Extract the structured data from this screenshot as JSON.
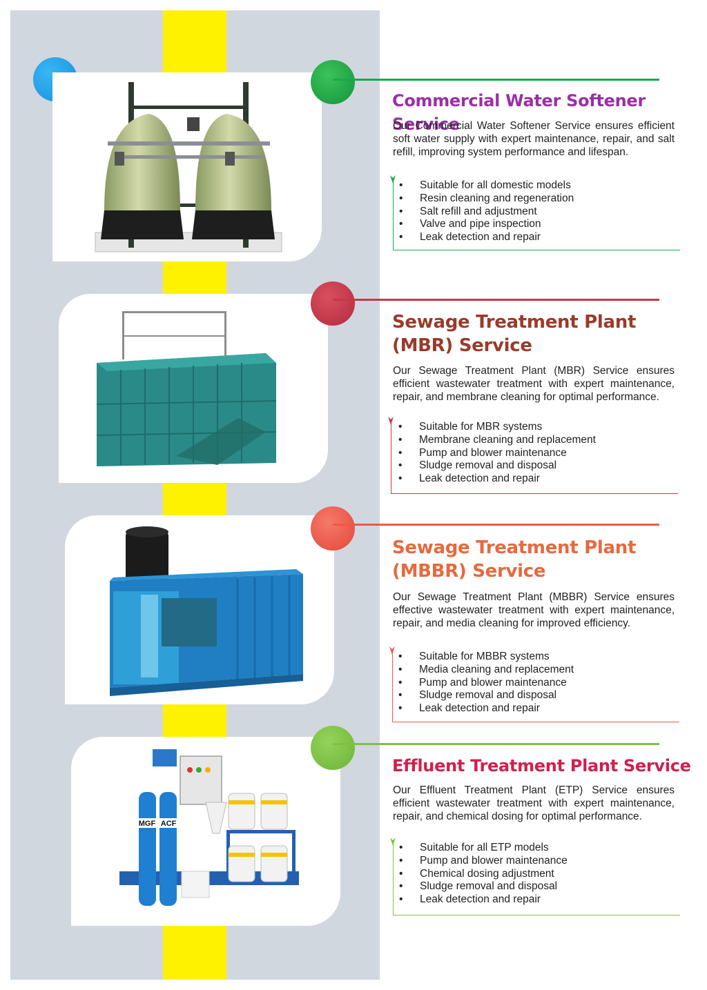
{
  "services": [
    {
      "title": "Commercial Water Softener Service",
      "description": "Our Commercial Water Softener Service ensures efficient soft water supply with expert maintenance, repair, and salt refill, improving system performance and lifespan.",
      "bullets": [
        "Suitable for all domestic models",
        "Resin cleaning and regeneration",
        "Salt refill and adjustment",
        "Valve and pipe inspection",
        "Leak detection and repair"
      ],
      "accent": "#1aa84a",
      "title_color": "#9a2fa6"
    },
    {
      "title": "Sewage Treatment Plant (MBR) Service",
      "description": "Our Sewage Treatment Plant (MBR) Service ensures efficient wastewater treatment with expert maintenance, repair, and membrane cleaning for optimal performance.",
      "bullets": [
        "Suitable for MBR systems",
        "Membrane cleaning and replacement",
        "Pump and blower maintenance",
        "Sludge removal and disposal",
        "Leak detection and repair"
      ],
      "accent": "#c5384b",
      "title_color": "#9a3b2a"
    },
    {
      "title": "Sewage Treatment Plant (MBBR) Service",
      "description": "Our Sewage Treatment Plant (MBBR) Service ensures effective wastewater treatment with expert maintenance, repair, and media cleaning for improved efficiency.",
      "bullets": [
        "Suitable for MBBR systems",
        "Media cleaning and replacement",
        "Pump and blower maintenance",
        "Sludge removal and disposal",
        "Leak detection and repair"
      ],
      "accent": "#ee5a4a",
      "title_color": "#e56a3e"
    },
    {
      "title": "Effluent Treatment Plant Service",
      "description": "Our Effluent Treatment Plant (ETP) Service ensures efficient wastewater treatment with expert maintenance, repair, and chemical dosing for optimal performance.",
      "bullets": [
        "Suitable for all ETP models",
        "Pump and blower maintenance",
        "Chemical dosing adjustment",
        "Sludge removal and disposal",
        "Leak detection and repair"
      ],
      "accent": "#7dc242",
      "title_color": "#d0204e"
    }
  ],
  "equipment_labels": {
    "mgf": "MGF",
    "acf": "ACF"
  },
  "colors": {
    "panel": "#d1d7de",
    "stripe": "#fff200",
    "blue_dot": "#1e9be6"
  }
}
